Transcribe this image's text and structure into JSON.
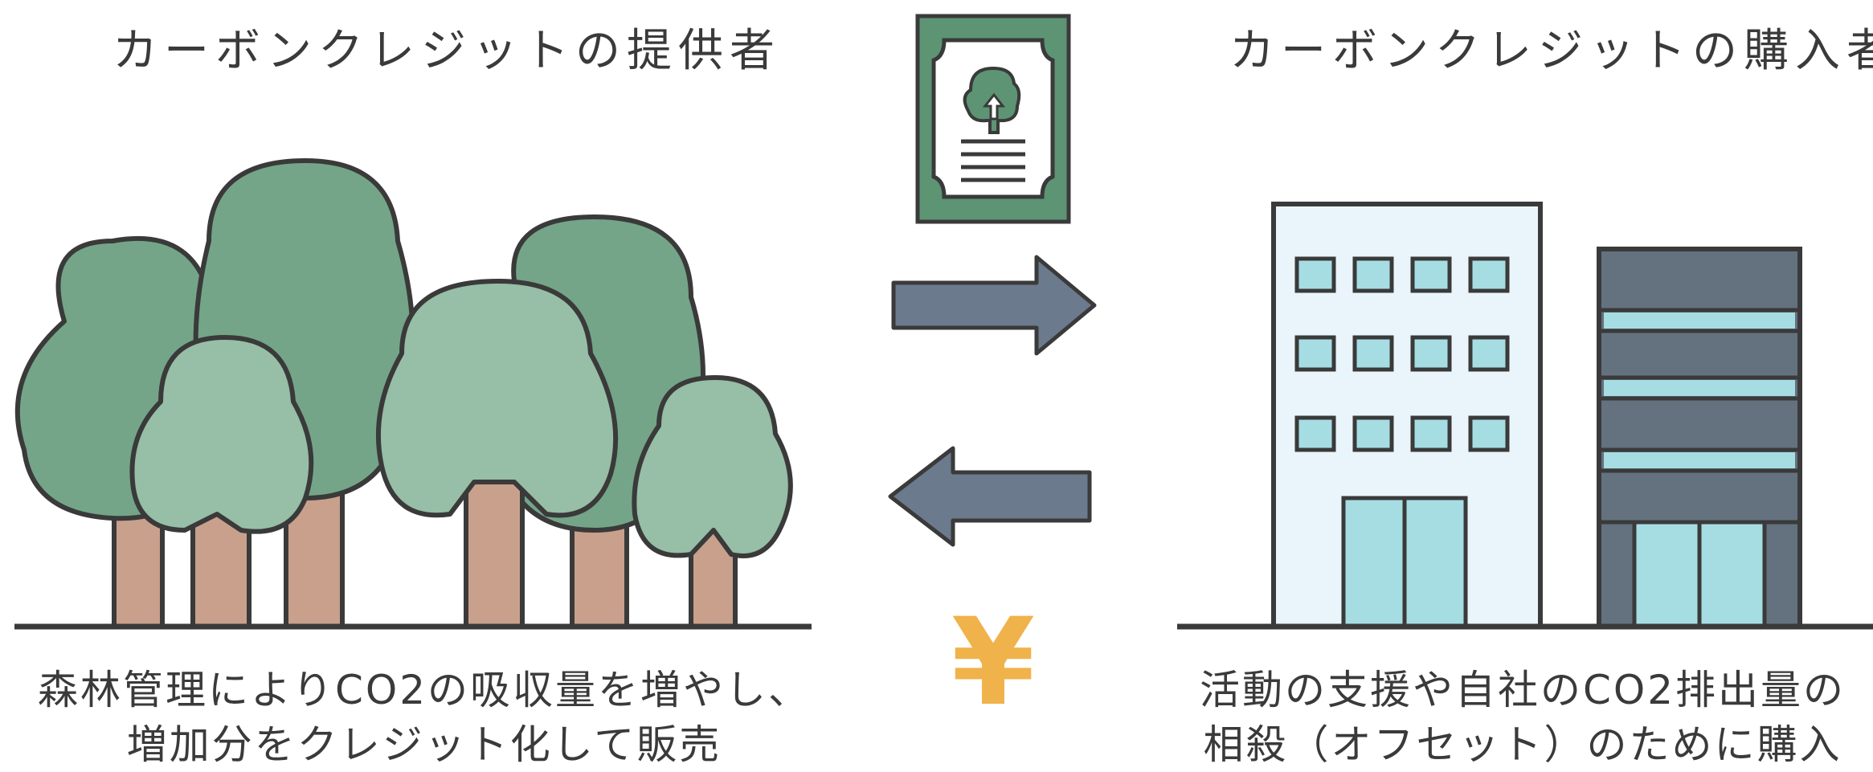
{
  "provider": {
    "title": "カーボンクレジットの提供者",
    "description_lines": [
      "森林管理によりCO2の吸収量を増やし、",
      "増加分をクレジット化して販売"
    ]
  },
  "buyer": {
    "title": "カーボンクレジットの購入者",
    "description_lines": [
      "活動の支援や自社のCO2排出量の",
      "相殺（オフセット）のために購入"
    ]
  },
  "center": {
    "yen_symbol": "¥",
    "icons": [
      "certificate-icon",
      "right-arrow-icon",
      "left-arrow-icon",
      "yen-icon"
    ]
  },
  "colors": {
    "tree_dark": "#74a589",
    "tree_light": "#97bea6",
    "trunk": "#c8a08c",
    "outline": "#3a3a3a",
    "arrow": "#6b7a8c",
    "certificate": "#5d9474",
    "building_light": "#eaf5fb",
    "building_dark": "#64717f",
    "window": "#a6dde3",
    "yen": "#f0b24a"
  }
}
